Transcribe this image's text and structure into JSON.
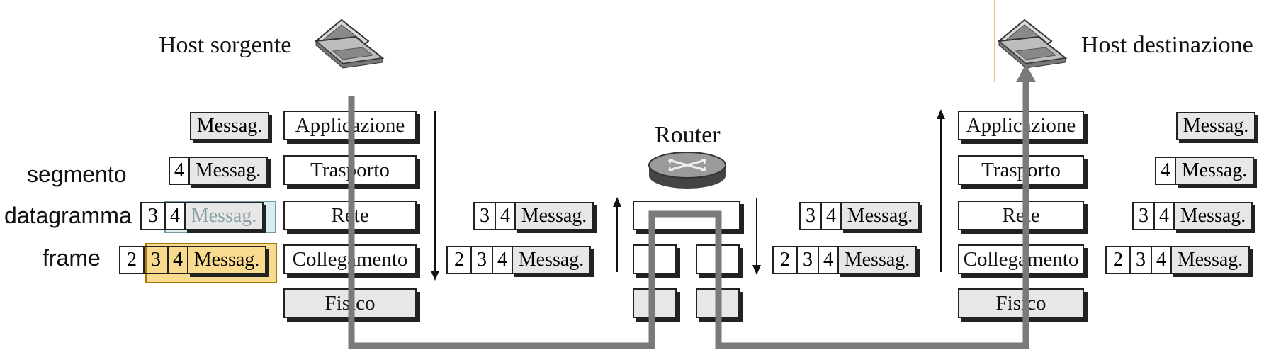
{
  "hosts": {
    "source_label": "Host sorgente",
    "destination_label": "Host destinazione"
  },
  "router": {
    "label": "Router"
  },
  "side_labels": {
    "segment": "segmento",
    "datagram": "datagramma",
    "frame": "frame"
  },
  "source_layers": [
    "Applicazione",
    "Trasporto",
    "Rete",
    "Collegamento",
    "Fisico"
  ],
  "destination_layers": [
    "Applicazione",
    "Trasporto",
    "Rete",
    "Collegamento",
    "Fisico"
  ],
  "packets": {
    "message": "Messag.",
    "h_transport": "4",
    "h_network": "3",
    "h_link": "2"
  },
  "colors": {
    "path_gray": "#7a7a7a",
    "datagram_highlight": "#aad7de",
    "frame_highlight": "#f2be32",
    "destination_marker": "#e8c46a"
  }
}
